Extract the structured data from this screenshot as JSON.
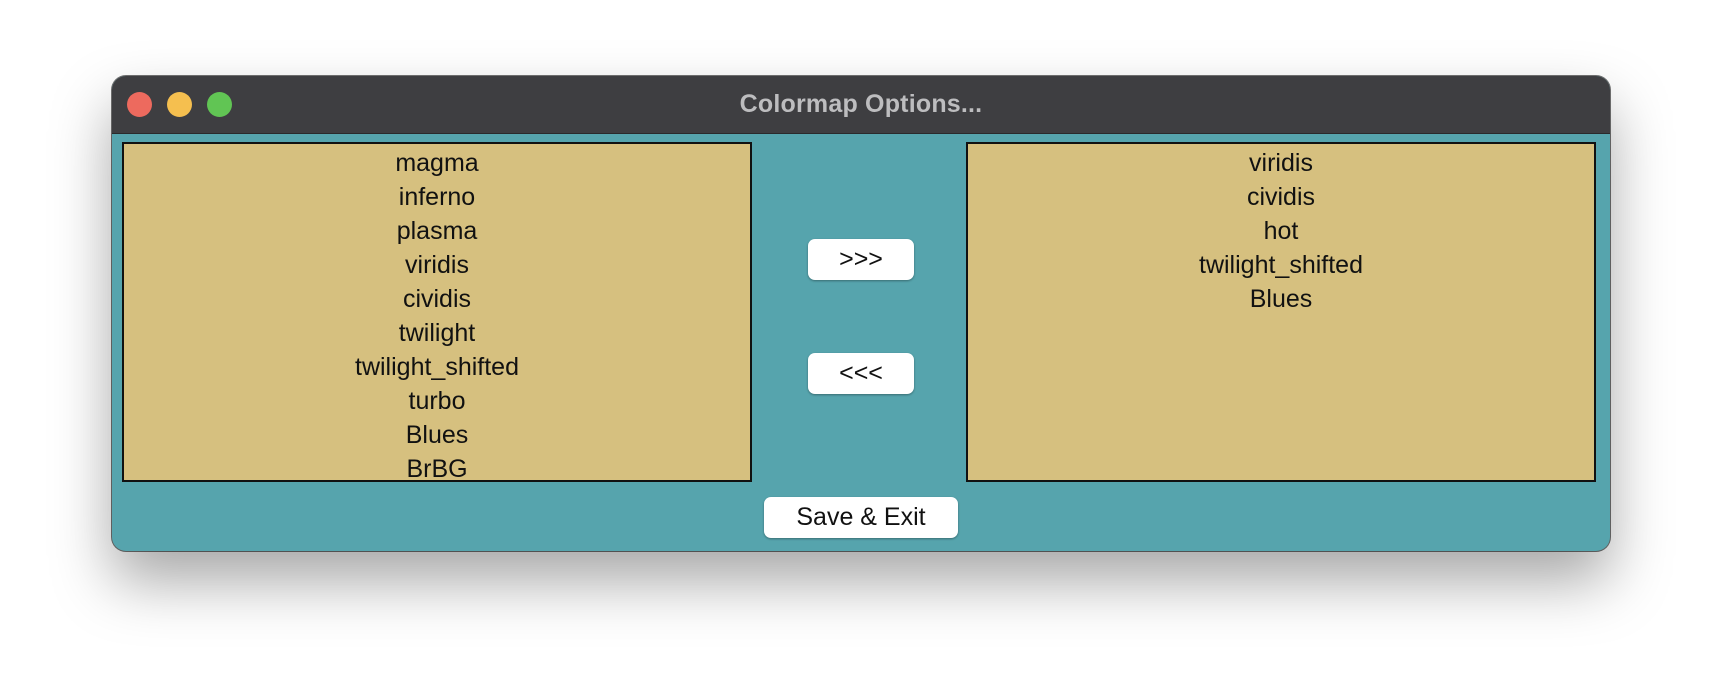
{
  "window": {
    "title": "Colormap Options..."
  },
  "available": {
    "items": [
      "magma",
      "inferno",
      "plasma",
      "viridis",
      "cividis",
      "twilight",
      "twilight_shifted",
      "turbo",
      "Blues",
      "BrBG"
    ]
  },
  "selected": {
    "items": [
      "viridis",
      "cividis",
      "hot",
      "twilight_shifted",
      "Blues"
    ]
  },
  "buttons": {
    "add_label": ">>>",
    "remove_label": "<<<",
    "save_label": "Save & Exit"
  },
  "colors": {
    "window_bg": "#56a4ad",
    "list_bg": "#d6c07f",
    "titlebar_bg": "#3e3e41",
    "close": "#ed6a5e",
    "minimize": "#f5bf4f",
    "maximize": "#61c554"
  }
}
